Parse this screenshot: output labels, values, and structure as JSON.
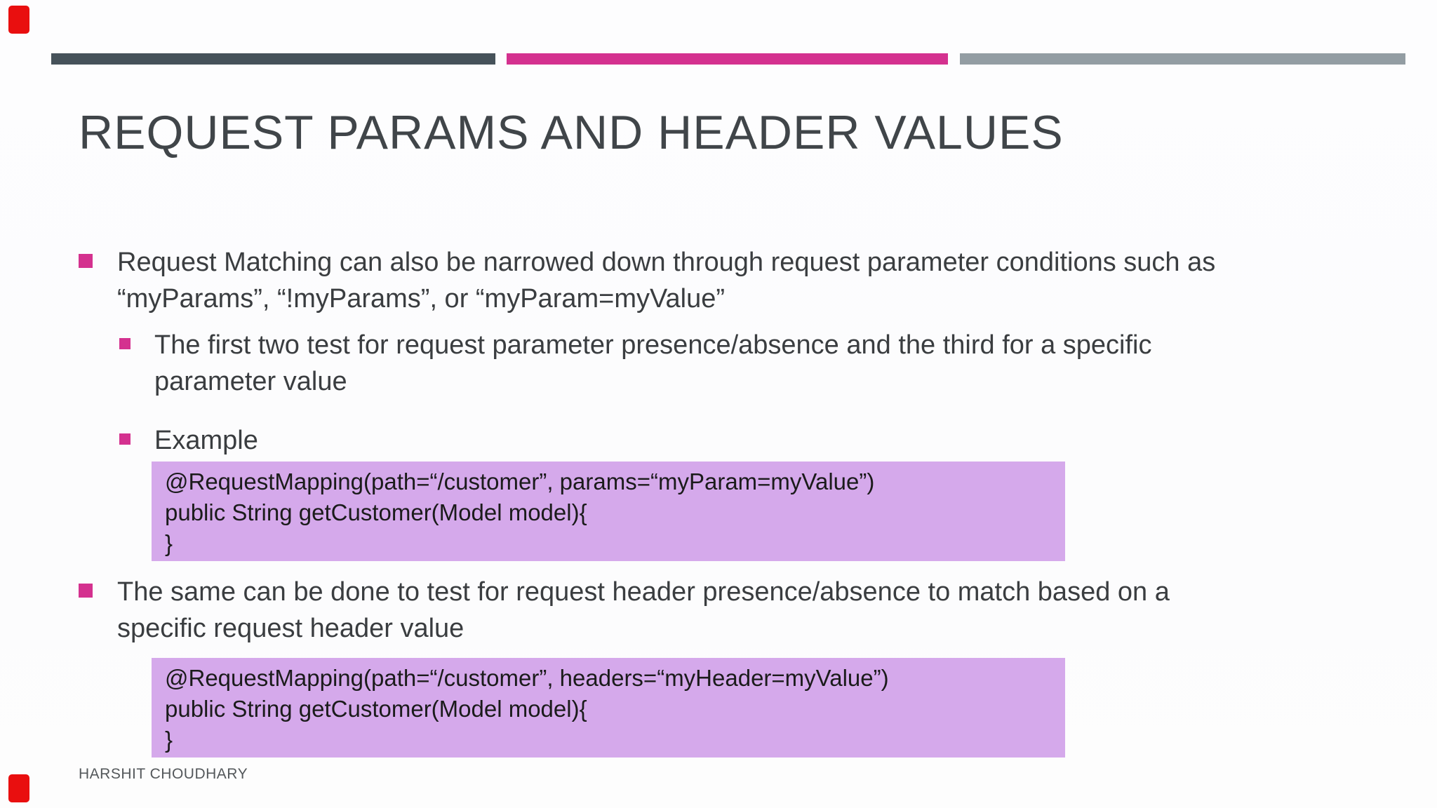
{
  "slide": {
    "title": "REQUEST PARAMS AND HEADER VALUES",
    "footer": "HARSHIT CHOUDHARY",
    "accent_bars": [
      {
        "name": "slate-bar",
        "color": "#46525a"
      },
      {
        "name": "magenta-bar",
        "color": "#d4318f"
      },
      {
        "name": "gray-bar",
        "color": "#939da3"
      }
    ],
    "corner_marks": {
      "color": "#e90f0f"
    },
    "colors": {
      "bullet_marker": "#d4318f",
      "code_background": "#d5a9eb",
      "title_text": "#404549",
      "body_text": "#3a3d40",
      "code_text": "#1b1b1b",
      "footer_text": "#54585b"
    },
    "content": {
      "bullet1_lines": [
        "Request Matching can also be narrowed down through request parameter conditions such as",
        "“myParams”, “!myParams”, or “myParam=myValue”"
      ],
      "sub1_lines": [
        "The first two test for request parameter presence/absence and the third for a specific",
        "parameter value"
      ],
      "sub2_label": "Example",
      "code1_lines": [
        "@RequestMapping(path=“/customer”, params=“myParam=myValue”)",
        "public String getCustomer(Model model){",
        "}"
      ],
      "bullet2_lines": [
        "The same can be done to test for request header presence/absence to match based on a",
        "specific request header value"
      ],
      "code2_lines": [
        "@RequestMapping(path=“/customer”, headers=“myHeader=myValue”)",
        "public String getCustomer(Model model){",
        "}"
      ]
    }
  }
}
